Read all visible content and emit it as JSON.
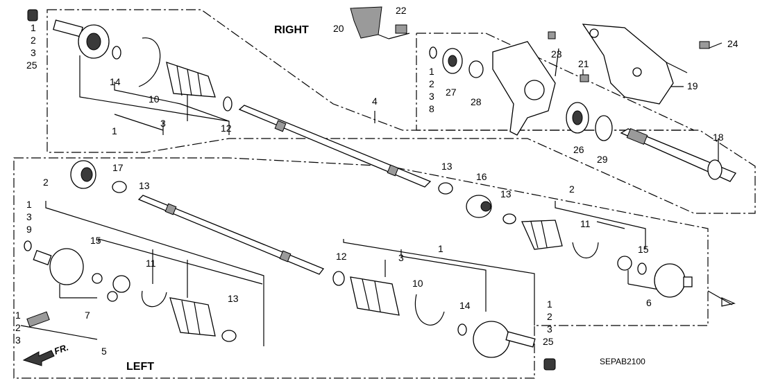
{
  "sections": {
    "right": "RIGHT",
    "left": "LEFT"
  },
  "front_arrow_label": "FR.",
  "diagram_code": "SEPAB2100",
  "callouts": {
    "c1a": "1",
    "c2a": "2",
    "c3a": "3",
    "c25a": "25",
    "c14a": "14",
    "c10a": "10",
    "c1b": "1",
    "c3b": "3",
    "c12a": "12",
    "c20": "20",
    "c22": "22",
    "c4": "4",
    "c1c": "1",
    "c2c": "2",
    "c3c": "3",
    "c8c": "8",
    "c27": "27",
    "c28": "28",
    "c23": "23",
    "c21": "21",
    "c24": "24",
    "c19": "19",
    "c26": "26",
    "c29": "29",
    "c18": "18",
    "c17": "17",
    "c13a": "13",
    "c13b": "13",
    "c16": "16",
    "c13c": "13",
    "c2b": "2",
    "c11a": "11",
    "c2d": "2",
    "c1d": "1",
    "c3d": "3",
    "c9d": "9",
    "c15a": "15",
    "c11b": "11",
    "c13d": "13",
    "c7": "7",
    "c5": "5",
    "c1e": "1",
    "c2e": "2",
    "c3e": "3",
    "c12b": "12",
    "c3f": "3",
    "c1f": "1",
    "c10b": "10",
    "c14b": "14",
    "c15b": "15",
    "c6": "6",
    "c1g": "1",
    "c2g": "2",
    "c3g": "3",
    "c25g": "25"
  }
}
